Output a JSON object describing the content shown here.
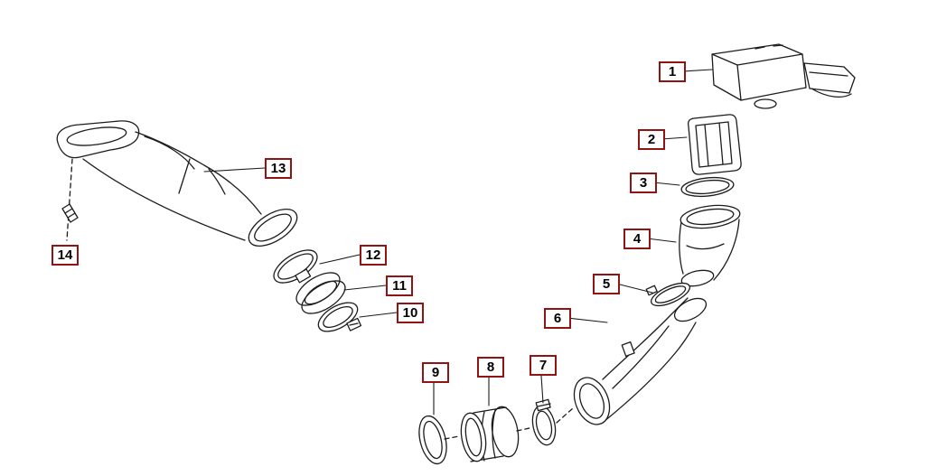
{
  "diagram": {
    "type": "exploded-parts-diagram",
    "background": "#ffffff",
    "colors": {
      "callout_border": "#8f1414",
      "callout_text": "#000000",
      "line_art": "#1c1c1c"
    },
    "callouts": [
      {
        "label": "1"
      },
      {
        "label": "2"
      },
      {
        "label": "3"
      },
      {
        "label": "4"
      },
      {
        "label": "5"
      },
      {
        "label": "6"
      },
      {
        "label": "7"
      },
      {
        "label": "8"
      },
      {
        "label": "9"
      },
      {
        "label": "10"
      },
      {
        "label": "11"
      },
      {
        "label": "12"
      },
      {
        "label": "13"
      },
      {
        "label": "14"
      }
    ]
  }
}
